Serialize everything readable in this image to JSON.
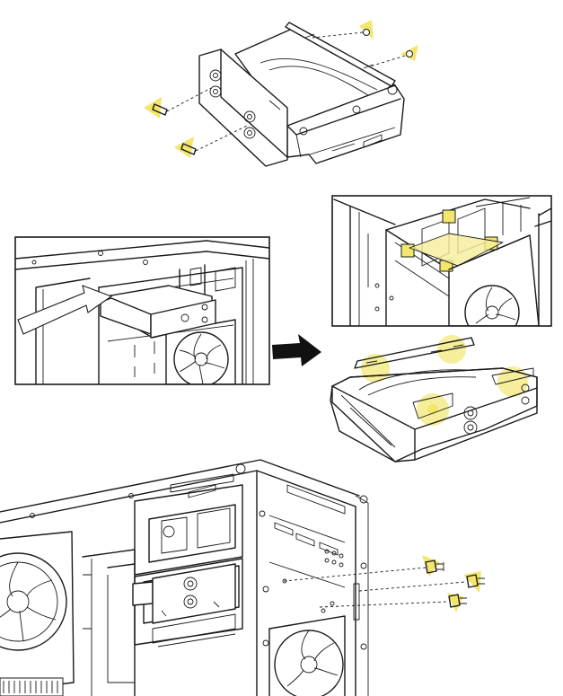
{
  "colors": {
    "highlight": "#F2E66E",
    "highlight_soft": "#F6EE9A",
    "line": "#1A1A1A",
    "arrow": "#111111",
    "background": "#FFFFFF"
  },
  "steps": [
    {
      "id": "step-1",
      "action": "attach-brackets-with-screws",
      "screws": 4
    },
    {
      "id": "step-2",
      "action": "slide-drive-into-cage"
    },
    {
      "id": "step-3",
      "action": "align-bracket-tabs",
      "tabs": 5
    },
    {
      "id": "step-4",
      "action": "secure-with-side-screws",
      "screws": 3
    }
  ],
  "icons": [
    "screw-icon",
    "arrow-right-icon",
    "hard-drive-icon",
    "pc-case-icon",
    "case-fan-icon"
  ]
}
